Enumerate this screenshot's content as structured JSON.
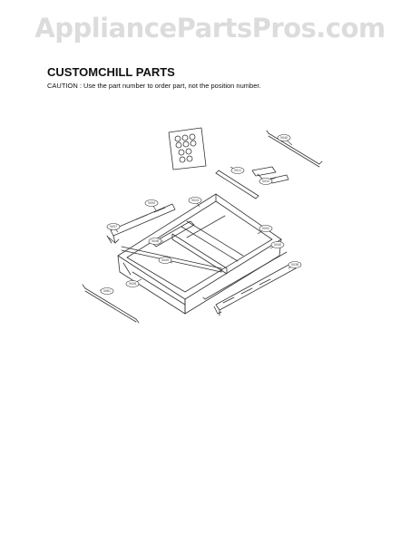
{
  "watermark": "AppliancePartsPros.com",
  "title": "CUSTOMCHILL PARTS",
  "caution": "CAUTION : Use the part number to order part, not the position number.",
  "callouts": [
    "5040",
    "5011",
    "5032",
    "5024",
    "5050",
    "5057",
    "5048",
    "5052",
    "5040",
    "5038",
    "5026",
    "5061",
    "5045"
  ]
}
